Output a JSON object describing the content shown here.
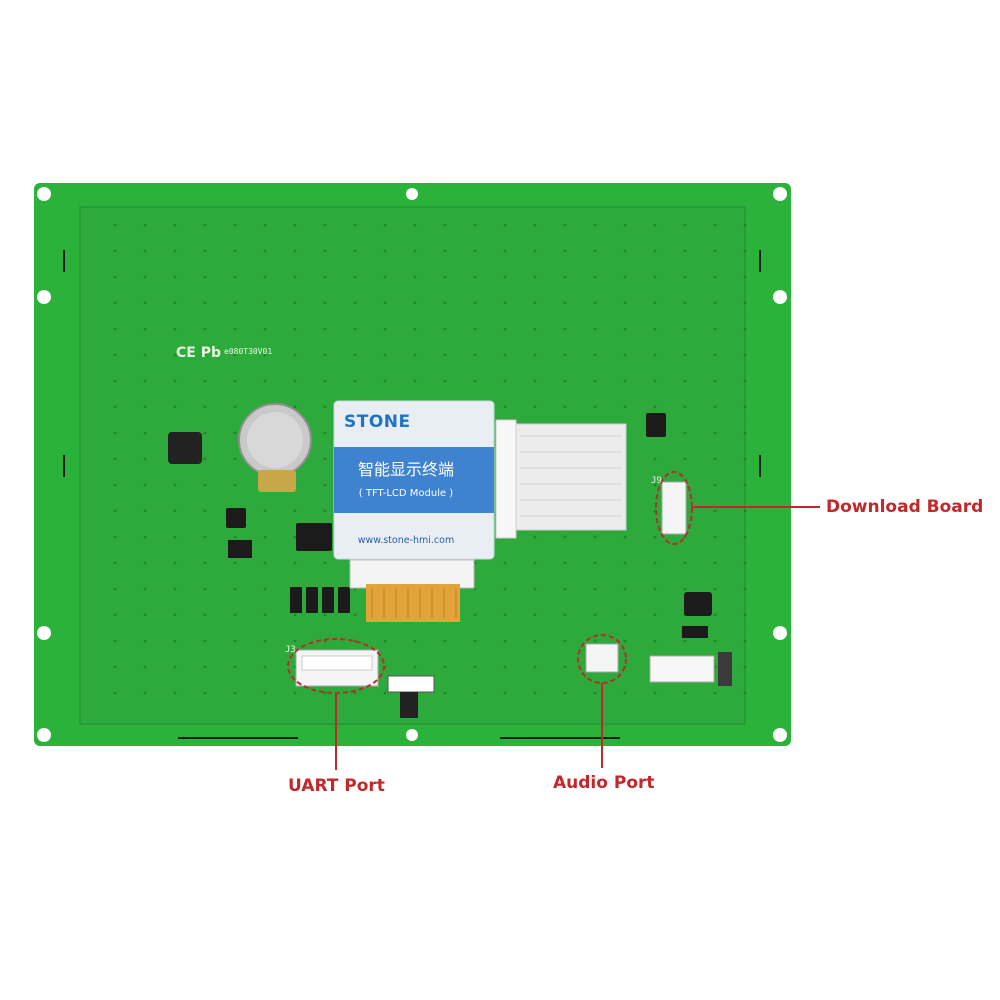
{
  "callouts": {
    "download_board": "Download Board",
    "uart_port": "UART Port",
    "audio_port": "Audio Port"
  },
  "module_label": {
    "brand": "STONE",
    "chinese_title": "智能显示终端",
    "subtitle": "( TFT-LCD Module )",
    "website": "www.stone-hmi.com"
  },
  "board_silkscreen": {
    "model": "e080T30V01",
    "certifications": "CE Pb",
    "connector_j3": "J3",
    "connector_j9": "J9"
  },
  "colors": {
    "pcb_green": "#2cb23b",
    "callout_red": "#c0292b",
    "brand_blue": "#1e74c7"
  }
}
